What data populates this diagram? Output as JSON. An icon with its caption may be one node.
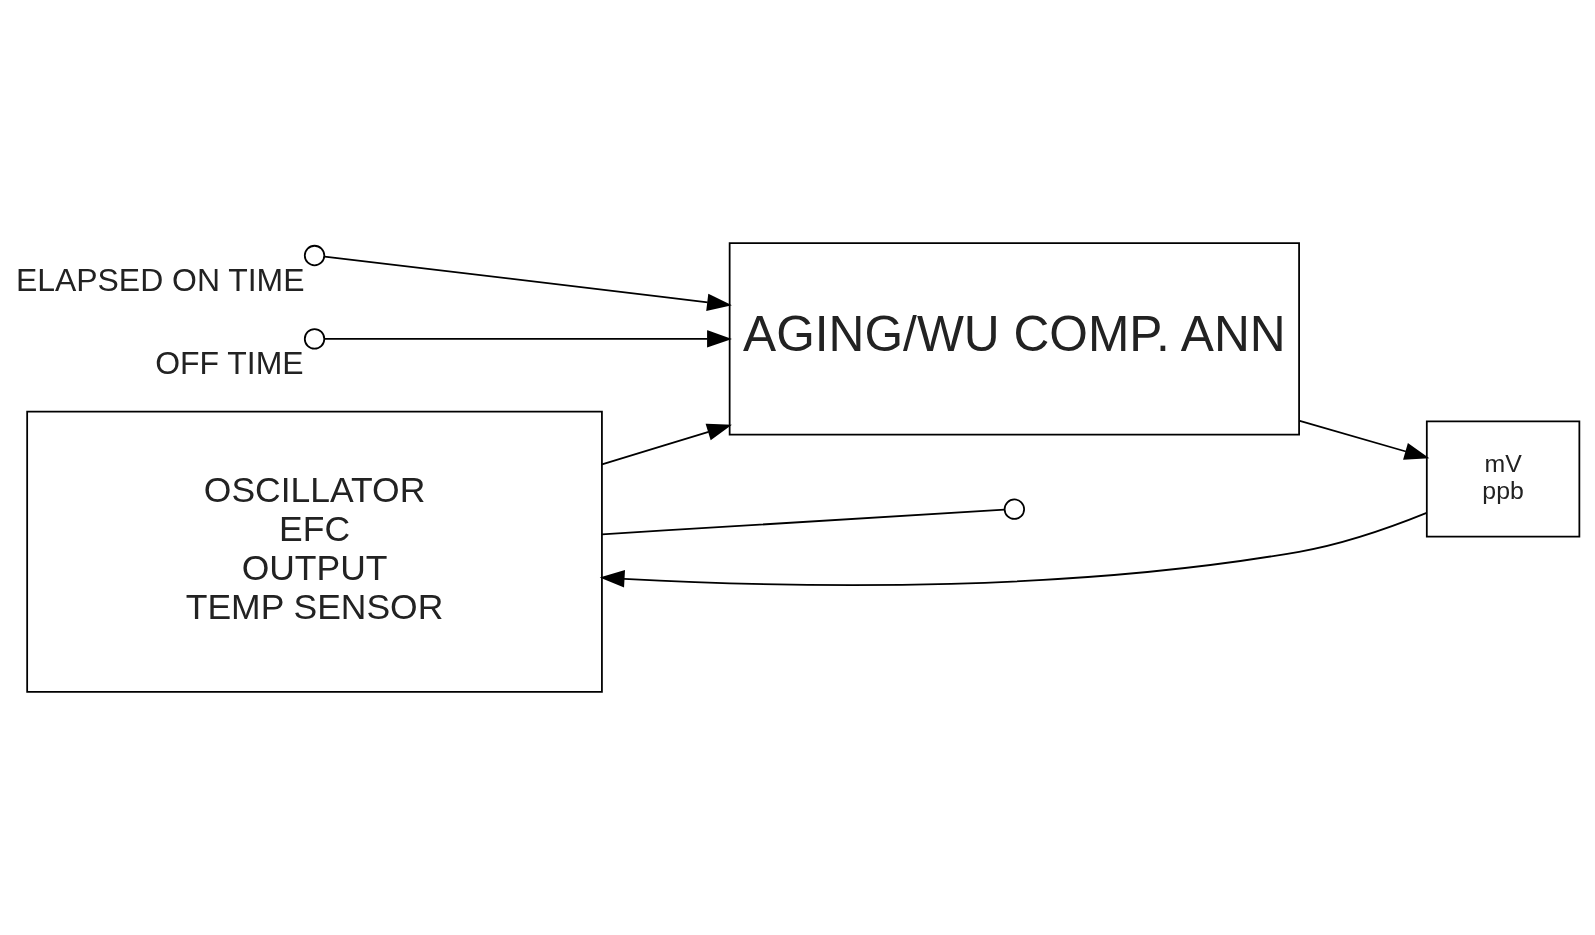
{
  "diagram": {
    "nodes": [
      {
        "text": [
          "OSCILLATOR",
          "EFC",
          "OUTPUT",
          "TEMP SENSOR"
        ]
      },
      {
        "text": [
          "AGING/WU COMP. ANN"
        ]
      },
      {
        "text": [
          "mV",
          "ppb"
        ]
      },
      {
        "text": [],
        "shape": "circle"
      },
      {
        "text": [],
        "shape": "circle",
        "beside": [
          "ELAPSED ON TIME"
        ]
      },
      {
        "text": [],
        "shape": "circle",
        "beside": [
          "OFF TIME"
        ]
      }
    ],
    "edges": [
      {
        "from": 0,
        "to": 3,
        "arrow": "none"
      },
      {
        "from": 0,
        "to": 1,
        "arrow": "to"
      },
      {
        "from": 4,
        "to": 1,
        "arrow": "to"
      },
      {
        "from": 5,
        "to": 1,
        "arrow": "to"
      },
      {
        "from": 1,
        "to": 2,
        "arrow": "to"
      },
      {
        "from": 2,
        "to": 0,
        "arrow": "to"
      }
    ]
  }
}
